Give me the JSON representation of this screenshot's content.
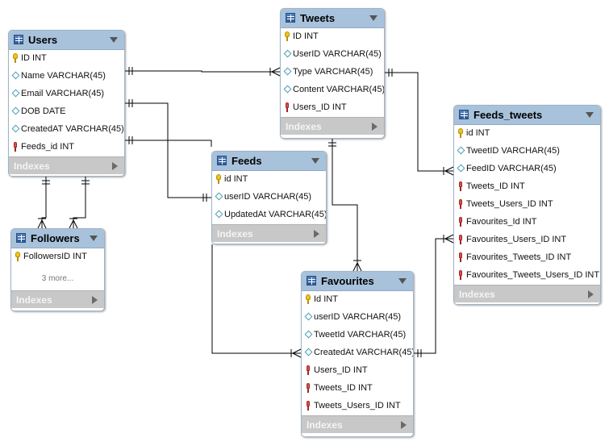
{
  "footer_label": "Indexes",
  "tables": [
    {
      "id": "users",
      "name": "Users",
      "columns": [
        {
          "key": "pk",
          "label": "ID INT"
        },
        {
          "key": "attr",
          "label": "Name VARCHAR(45)"
        },
        {
          "key": "attr",
          "label": "Email VARCHAR(45)"
        },
        {
          "key": "attr",
          "label": "DOB DATE"
        },
        {
          "key": "attr",
          "label": "CreatedAT VARCHAR(45)"
        },
        {
          "key": "fk",
          "label": "Feeds_id INT"
        }
      ]
    },
    {
      "id": "tweets",
      "name": "Tweets",
      "columns": [
        {
          "key": "pk",
          "label": "ID INT"
        },
        {
          "key": "attr",
          "label": "UserID VARCHAR(45)"
        },
        {
          "key": "attr",
          "label": "Type VARCHAR(45)"
        },
        {
          "key": "attr",
          "label": "Content VARCHAR(45)"
        },
        {
          "key": "fk",
          "label": "Users_ID INT"
        }
      ]
    },
    {
      "id": "feeds",
      "name": "Feeds",
      "columns": [
        {
          "key": "pk",
          "label": "id INT"
        },
        {
          "key": "attr",
          "label": "userID VARCHAR(45)"
        },
        {
          "key": "attr",
          "label": "UpdatedAt VARCHAR(45)"
        }
      ]
    },
    {
      "id": "followers",
      "name": "Followers",
      "columns": [
        {
          "key": "pk",
          "label": "FollowersID INT"
        }
      ],
      "more": "3 more..."
    },
    {
      "id": "favourites",
      "name": "Favourites",
      "columns": [
        {
          "key": "pk",
          "label": "Id INT"
        },
        {
          "key": "attr",
          "label": "userID VARCHAR(45)"
        },
        {
          "key": "attr",
          "label": "TweetId VARCHAR(45)"
        },
        {
          "key": "attr",
          "label": "CreatedAt VARCHAR(45)"
        },
        {
          "key": "fk",
          "label": "Users_ID INT"
        },
        {
          "key": "fk",
          "label": "Tweets_ID INT"
        },
        {
          "key": "fk",
          "label": "Tweets_Users_ID INT"
        }
      ]
    },
    {
      "id": "feeds_tweets",
      "name": "Feeds_tweets",
      "columns": [
        {
          "key": "pk",
          "label": "id INT"
        },
        {
          "key": "attr",
          "label": "TweetID VARCHAR(45)"
        },
        {
          "key": "attr",
          "label": "FeedID VARCHAR(45)"
        },
        {
          "key": "fk",
          "label": "Tweets_ID INT"
        },
        {
          "key": "fk",
          "label": "Tweets_Users_ID INT"
        },
        {
          "key": "fk",
          "label": "Favourites_Id INT"
        },
        {
          "key": "fk",
          "label": "Favourites_Users_ID INT"
        },
        {
          "key": "fk",
          "label": "Favourites_Tweets_ID INT"
        },
        {
          "key": "fk",
          "label": "Favourites_Tweets_Users_ID INT"
        }
      ]
    }
  ],
  "relationships": [
    {
      "from": "users",
      "to": "tweets",
      "cardinality": "one-to-many"
    },
    {
      "from": "users",
      "to": "feeds",
      "cardinality": "one-to-one"
    },
    {
      "from": "users",
      "to": "followers",
      "cardinality": "one-to-many"
    },
    {
      "from": "users",
      "to": "followers",
      "cardinality": "one-to-many"
    },
    {
      "from": "tweets",
      "to": "feeds_tweets",
      "cardinality": "one-to-many"
    },
    {
      "from": "tweets",
      "to": "favourites",
      "cardinality": "one-to-many"
    },
    {
      "from": "feeds",
      "to": "favourites",
      "cardinality": "one-to-many"
    },
    {
      "from": "favourites",
      "to": "feeds_tweets",
      "cardinality": "one-to-many"
    },
    {
      "from": "feeds",
      "to": "users",
      "cardinality": "one-to-many"
    }
  ]
}
